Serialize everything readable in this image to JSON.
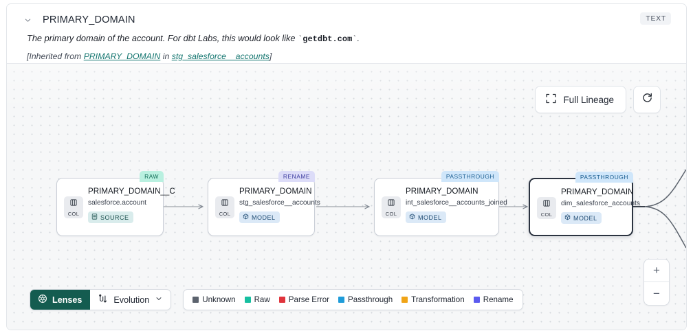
{
  "header": {
    "chevron_icon": "chevron-down-icon",
    "title": "PRIMARY_DOMAIN",
    "type_badge": "TEXT",
    "description_pre": "The primary domain of the account. For dbt Labs, this would look like ",
    "description_code": "getdbt.com",
    "description_post": ".",
    "inherited_prefix": "[Inherited from ",
    "inherited_link1": "PRIMARY_DOMAIN",
    "inherited_mid": " in ",
    "inherited_link2": "stg_salesforce__accounts",
    "inherited_suffix": "]"
  },
  "controls": {
    "full_lineage_label": "Full Lineage",
    "full_lineage_icon": "expand-icon",
    "refresh_icon": "refresh-icon",
    "zoom_in_label": "+",
    "zoom_out_label": "−"
  },
  "graph": {
    "nodes": [
      {
        "tag": "RAW",
        "tag_class": "raw",
        "col_label": "COL",
        "name": "PRIMARY_DOMAIN__C",
        "subtitle": "salesforce.account",
        "kind": "SOURCE",
        "kind_class": "source",
        "kind_icon": "database-icon",
        "selected": false
      },
      {
        "tag": "RENAME",
        "tag_class": "rename",
        "col_label": "COL",
        "name": "PRIMARY_DOMAIN",
        "subtitle": "stg_salesforce__accounts",
        "kind": "MODEL",
        "kind_class": "model",
        "kind_icon": "cube-icon",
        "selected": false
      },
      {
        "tag": "PASSTHROUGH",
        "tag_class": "passthrough",
        "col_label": "COL",
        "name": "PRIMARY_DOMAIN",
        "subtitle": "int_salesforce__accounts_joined",
        "kind": "MODEL",
        "kind_class": "model",
        "kind_icon": "cube-icon",
        "selected": false
      },
      {
        "tag": "PASSTHROUGH",
        "tag_class": "passthrough",
        "col_label": "COL",
        "name": "PRIMARY_DOMAIN",
        "subtitle": "dim_salesforce_accounts",
        "kind": "MODEL",
        "kind_class": "model",
        "kind_icon": "cube-icon",
        "selected": true
      }
    ]
  },
  "toolbar": {
    "lenses_label": "Lenses",
    "lenses_icon": "aperture-icon",
    "evolution_label": "Evolution",
    "evolution_icon": "evolution-icon",
    "evolution_caret": "chevron-down-icon"
  },
  "legend": {
    "items": [
      {
        "label": "Unknown",
        "color": "#5c636e"
      },
      {
        "label": "Raw",
        "color": "#16bfa0"
      },
      {
        "label": "Parse Error",
        "color": "#e0343c"
      },
      {
        "label": "Passthrough",
        "color": "#1f9cd9"
      },
      {
        "label": "Transformation",
        "color": "#f0a417"
      },
      {
        "label": "Rename",
        "color": "#5b5bef"
      }
    ]
  }
}
